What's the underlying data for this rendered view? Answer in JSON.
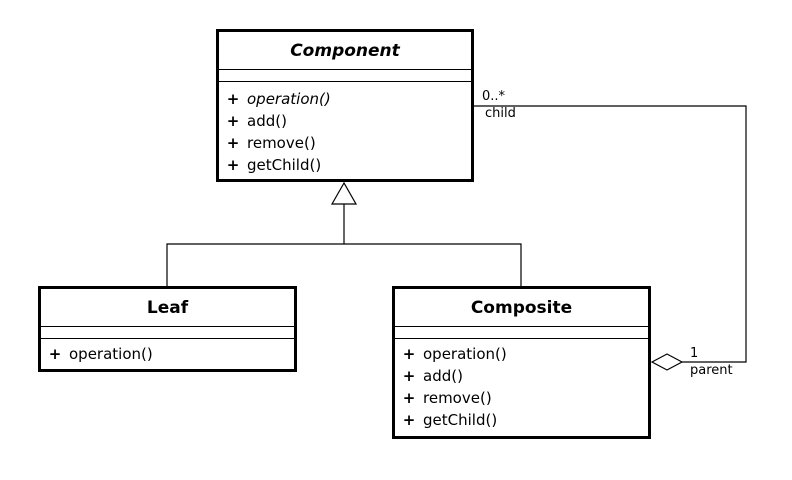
{
  "classes": {
    "component": {
      "name": "Component",
      "operations": [
        {
          "visibility": "+",
          "label": "operation()",
          "abstract": true
        },
        {
          "visibility": "+",
          "label": "add()"
        },
        {
          "visibility": "+",
          "label": "remove()"
        },
        {
          "visibility": "+",
          "label": "getChild()"
        }
      ]
    },
    "leaf": {
      "name": "Leaf",
      "operations": [
        {
          "visibility": "+",
          "label": "operation()"
        }
      ]
    },
    "composite": {
      "name": "Composite",
      "operations": [
        {
          "visibility": "+",
          "label": "operation()"
        },
        {
          "visibility": "+",
          "label": "add()"
        },
        {
          "visibility": "+",
          "label": "remove()"
        },
        {
          "visibility": "+",
          "label": "getChild()"
        }
      ]
    }
  },
  "association": {
    "child_end": {
      "multiplicity": "0..*",
      "role": "child"
    },
    "parent_end": {
      "multiplicity": "1",
      "role": "parent"
    }
  }
}
